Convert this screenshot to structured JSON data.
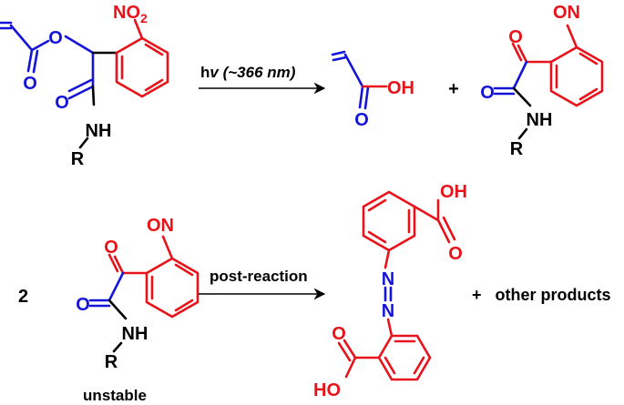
{
  "reaction_1": {
    "reactant_nitro": "NO",
    "reactant_nitro_sub": "2",
    "reactant_ester_o": "O",
    "reactant_carbonyl_o": "O",
    "reactant_amide_o": "O",
    "reactant_nh": "NH",
    "reactant_r": "R",
    "condition_h": "h",
    "condition_nu": "v",
    "condition_wavelength": " (~366 nm)",
    "acid_oh": "OH",
    "acid_o": "O",
    "plus": "+",
    "product_on": "ON",
    "product_ketone_o": "O",
    "product_amide_o": "O",
    "product_nh": "NH",
    "product_r": "R"
  },
  "reaction_2": {
    "coefficient": "2",
    "reactant_on": "ON",
    "reactant_ketone_o": "O",
    "reactant_amide_o": "O",
    "reactant_nh": "NH",
    "reactant_r": "R",
    "reactant_caption": "unstable",
    "condition": "post-reaction",
    "azo_n_top": "N",
    "azo_n_bottom": "N",
    "acid_top_oh": "OH",
    "acid_top_o": "O",
    "acid_bottom_o": "O",
    "acid_bottom_ho": "HO",
    "plus_text": "+   other products"
  },
  "colors": {
    "red": "#e8121a",
    "blue": "#1414d8",
    "black": "#000000"
  }
}
